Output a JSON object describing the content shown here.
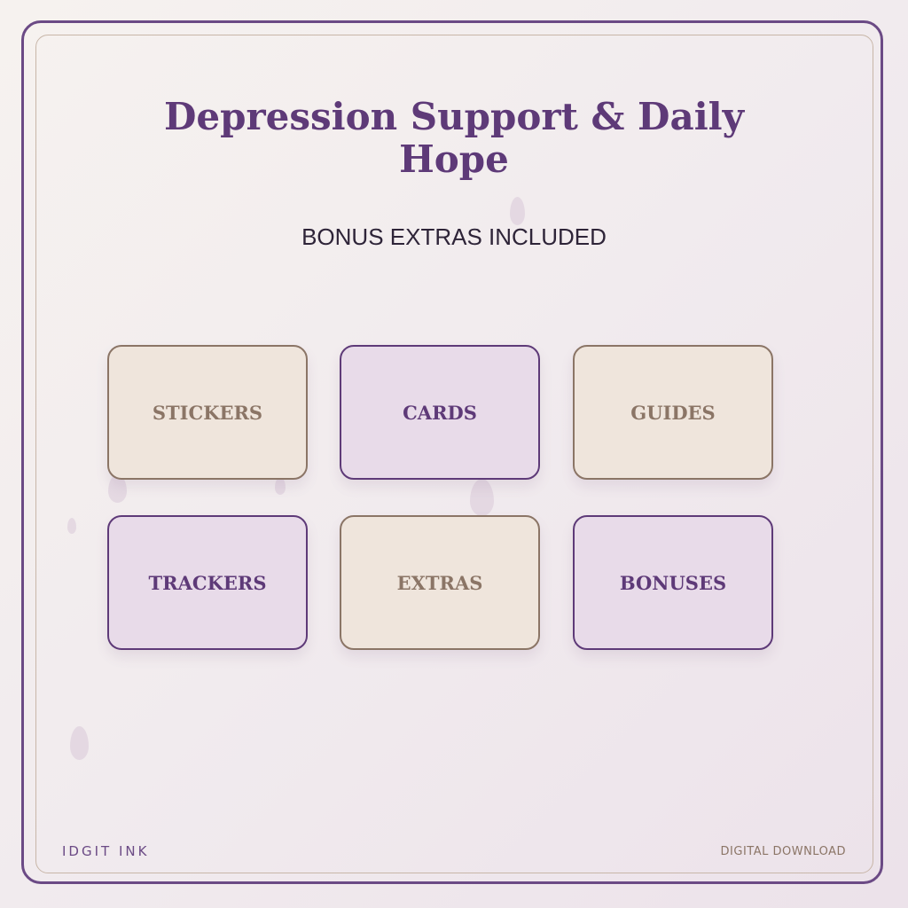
{
  "header": {
    "title": "Depression Support & Daily Hope",
    "subtitle": "BONUS EXTRAS INCLUDED"
  },
  "cards": [
    {
      "label": "STICKERS",
      "style": "cream"
    },
    {
      "label": "CARDS",
      "style": "lavender"
    },
    {
      "label": "GUIDES",
      "style": "cream"
    },
    {
      "label": "TRACKERS",
      "style": "lavender"
    },
    {
      "label": "EXTRAS",
      "style": "cream"
    },
    {
      "label": "BONUSES",
      "style": "lavender"
    }
  ],
  "footer": {
    "brand": "IDGIT INK",
    "tag": "DIGITAL DOWNLOAD"
  },
  "colors": {
    "primary_purple": "#5e3a78",
    "frame_purple": "#6b4a85",
    "taupe": "#8b7566",
    "cream_fill": "#efe5dc",
    "lavender_fill": "#e8dbe9"
  }
}
